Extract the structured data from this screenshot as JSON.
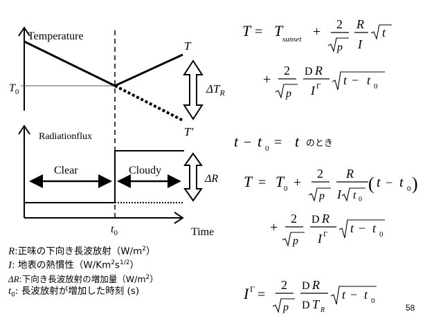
{
  "diagram": {
    "temperature_label": "Temperature",
    "T_label": "T",
    "T_prime_label": "T'",
    "T0_label": "T",
    "T0_sub": "0",
    "delta_TR_label": "ΔT",
    "delta_TR_sub": "R",
    "radiation_flux_label": "Radiationflux",
    "clear_label": "Clear",
    "cloudy_label": "Cloudy",
    "delta_R_label": "ΔR",
    "t0_axis_label": "t",
    "t0_axis_sub": "0",
    "time_label": "Time"
  },
  "legend": [
    {
      "symbol": "R",
      "text": "正味の下向き長波放射（W/m",
      "sup": "2",
      "tail": "）"
    },
    {
      "symbol": "I",
      "text": "地表の熱慣性（W/Km",
      "sup": "2",
      "mid": "s",
      "sup2": "1/2",
      "tail": "）"
    },
    {
      "symbol": "ΔR",
      "text": "下向き長波放射の増加量（W/m",
      "sup": "2",
      "tail": "）"
    },
    {
      "symbol": "t",
      "sub": "0",
      "text": "長波放射が増加した時刻 (s)"
    }
  ],
  "equations": {
    "condition_note": "のとき"
  },
  "page_number": "58"
}
